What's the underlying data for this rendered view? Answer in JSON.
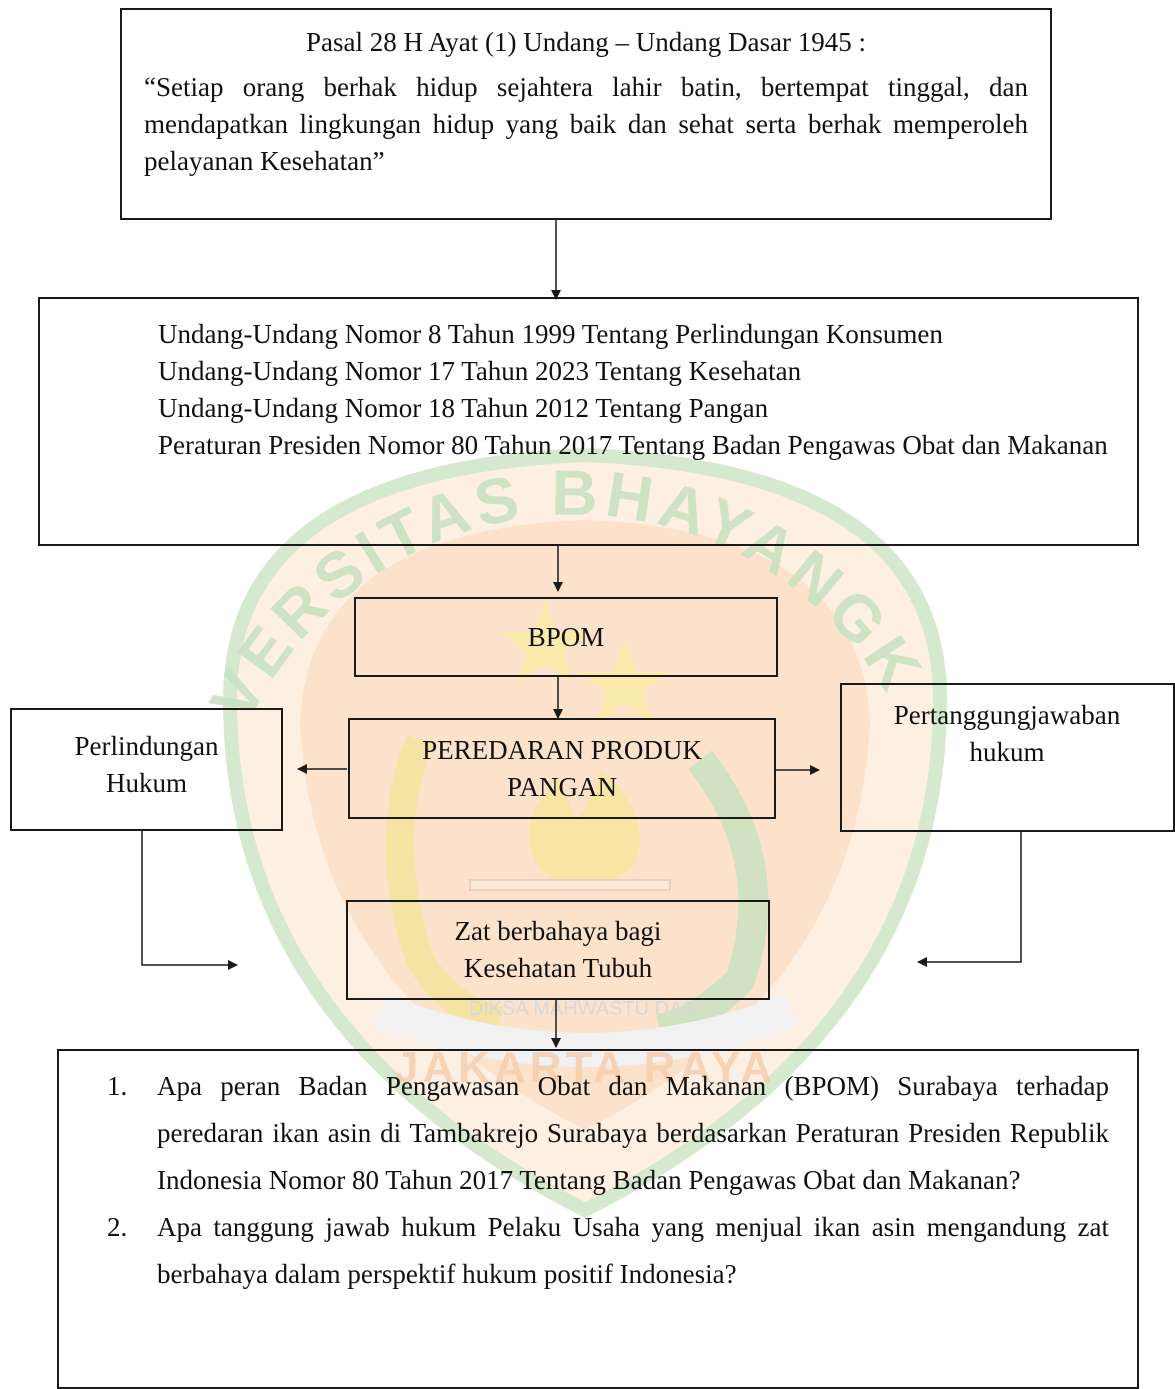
{
  "watermark": {
    "arc_text": "UNIVERSITAS BHAYANGKARA",
    "motto": "DIKSA MAHWASTU DASI",
    "bottom_text": "JAKARTA RAYA"
  },
  "boxes": {
    "constitution": {
      "title": "Pasal 28 H Ayat (1) Undang – Undang Dasar 1945 :",
      "quote": "“Setiap orang berhak hidup sejahtera lahir batin, bertempat tinggal, dan mendapatkan lingkungan hidup yang baik dan sehat serta berhak memperoleh pelayanan Kesehatan”"
    },
    "laws": {
      "lines": [
        "Undang-Undang Nomor 8 Tahun 1999 Tentang Perlindungan Konsumen",
        "Undang-Undang Nomor 17 Tahun 2023 Tentang Kesehatan",
        "Undang-Undang Nomor 18 Tahun 2012 Tentang Pangan",
        "Peraturan Presiden Nomor 80 Tahun 2017 Tentang Badan Pengawas Obat dan Makanan"
      ]
    },
    "bpom": "BPOM",
    "peredaran": "PEREDARAN PRODUK PANGAN",
    "perlindungan": "Perlindungan Hukum",
    "pertanggungjawaban": "Pertanggungjawaban hukum",
    "zat": "Zat berbahaya bagi Kesehatan Tubuh"
  },
  "questions": [
    {
      "num": "1.",
      "text": "Apa peran Badan Pengawasan Obat dan Makanan (BPOM) Surabaya terhadap peredaran ikan asin di Tambakrejo Surabaya berdasarkan Peraturan Presiden Republik Indonesia Nomor 80 Tahun 2017 Tentang Badan Pengawas Obat dan Makanan?"
    },
    {
      "num": "2.",
      "text": "Apa tanggung jawab hukum Pelaku Usaha yang menjual ikan asin mengandung zat berbahaya dalam perspektif hukum positif Indonesia?"
    }
  ],
  "colors": {
    "watermark_green": "#c8e2c0",
    "watermark_orange": "#fbd3b3",
    "watermark_yellow": "#f9ecaa",
    "line": "#1a1a1a"
  }
}
